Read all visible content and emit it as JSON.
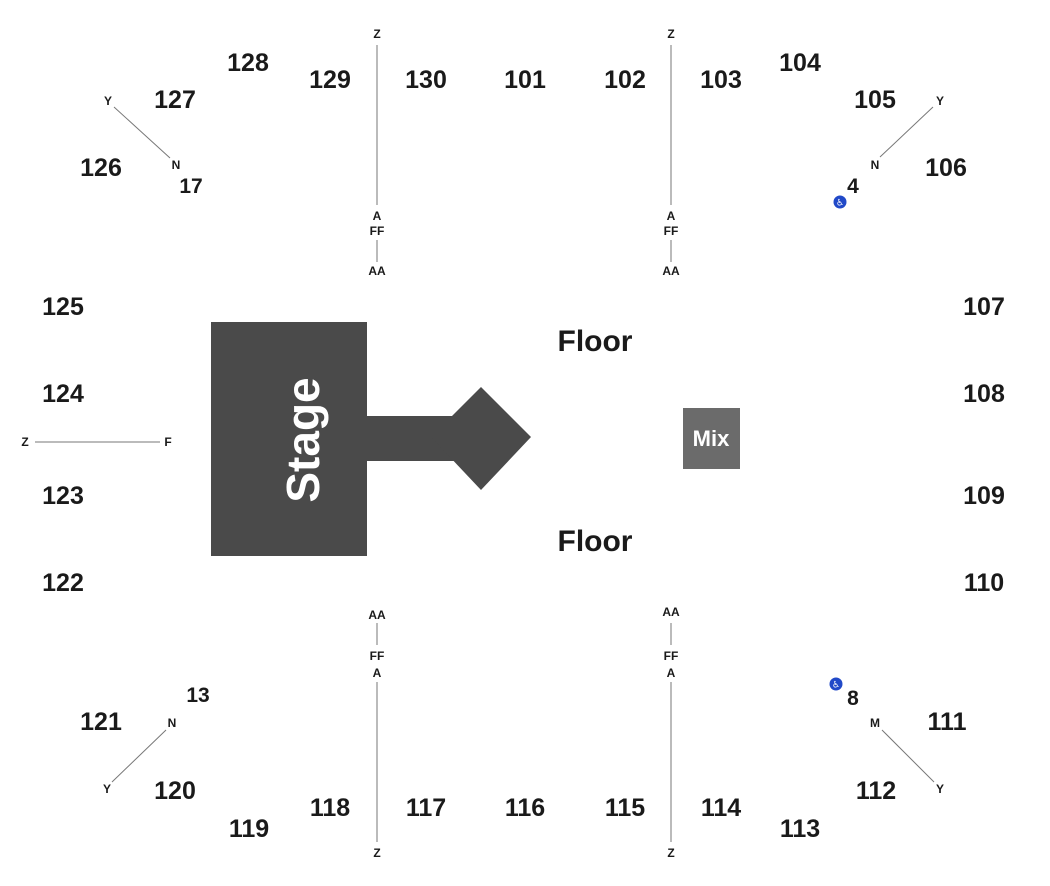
{
  "map": {
    "stage_label": "Stage",
    "mix_label": "Mix",
    "floor_labels": [
      "Floor",
      "Floor"
    ],
    "colors": {
      "stage": "#4a4a4a",
      "mix": "#6b6b6b",
      "text": "#1a1a1a",
      "aisle": "#777777",
      "accessible": "#2149c8"
    },
    "sections": [
      "101",
      "102",
      "103",
      "104",
      "105",
      "106",
      "107",
      "108",
      "109",
      "110",
      "111",
      "112",
      "113",
      "114",
      "115",
      "116",
      "117",
      "118",
      "119",
      "120",
      "121",
      "122",
      "123",
      "124",
      "125",
      "126",
      "127",
      "128",
      "129",
      "130"
    ],
    "row_labels": {
      "top_left_aisle": [
        "Z",
        "A",
        "FF",
        "AA"
      ],
      "top_right_aisle": [
        "Z",
        "A",
        "FF",
        "AA"
      ],
      "bottom_left_aisle": [
        "AA",
        "FF",
        "A",
        "Z"
      ],
      "bottom_right_aisle": [
        "AA",
        "FF",
        "A",
        "Z"
      ],
      "left_aisle": [
        "Z",
        "F"
      ],
      "nw_aisle": [
        "Y",
        "N"
      ],
      "ne_aisle": [
        "Y",
        "N"
      ],
      "sw_aisle": [
        "N",
        "Y"
      ],
      "se_aisle": [
        "M",
        "Y"
      ]
    },
    "entrances": [
      "17",
      "4",
      "13",
      "8"
    ],
    "accessible_icon": "wheelchair-icon",
    "accessible_entrances": [
      "4",
      "8"
    ]
  }
}
